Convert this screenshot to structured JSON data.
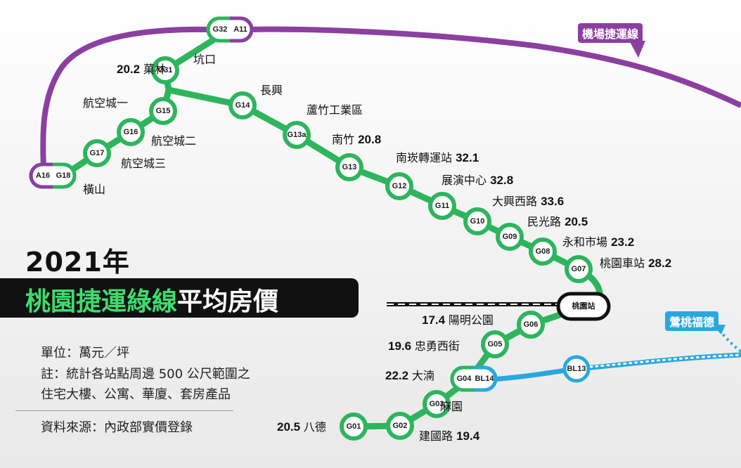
{
  "colors": {
    "green_line": "#2db55d",
    "airport_line": "#8b3fa0",
    "circular_line": "#29a8e0",
    "tra_rail": "#111111",
    "title_bar": "#111111",
    "title_green": "#3ddc6e"
  },
  "lines": {
    "airport_label": "機場捷運線",
    "circular_label": "鶯桃福德"
  },
  "stations": [
    {
      "codes": [
        "G32",
        "A11"
      ],
      "label": "坑口",
      "price": ""
    },
    {
      "codes": [
        "G31"
      ],
      "label": "菓林",
      "price": "20.2"
    },
    {
      "codes": [
        "G15"
      ],
      "label": "航空城一",
      "price": ""
    },
    {
      "codes": [
        "G16"
      ],
      "label": "航空城二",
      "price": ""
    },
    {
      "codes": [
        "G17"
      ],
      "label": "航空城三",
      "price": ""
    },
    {
      "codes": [
        "A16",
        "G18"
      ],
      "label": "橫山",
      "price": ""
    },
    {
      "codes": [
        "G14"
      ],
      "label": "長興",
      "price": ""
    },
    {
      "codes": [
        "G13a"
      ],
      "label": "蘆竹工業區",
      "price": ""
    },
    {
      "codes": [
        "G13"
      ],
      "label": "南竹",
      "price": "20.8"
    },
    {
      "codes": [
        "G12"
      ],
      "label": "南崁轉運站",
      "price": "32.1"
    },
    {
      "codes": [
        "G11"
      ],
      "label": "展演中心",
      "price": "32.8"
    },
    {
      "codes": [
        "G10"
      ],
      "label": "大興西路",
      "price": "33.6"
    },
    {
      "codes": [
        "G09"
      ],
      "label": "民光路",
      "price": "20.5"
    },
    {
      "codes": [
        "G08"
      ],
      "label": "永和市場",
      "price": "23.2"
    },
    {
      "codes": [
        "G07"
      ],
      "label": "桃園車站",
      "price": "28.2"
    },
    {
      "codes": [
        "桃園站"
      ],
      "label": "",
      "price": ""
    },
    {
      "codes": [
        "G06"
      ],
      "label": "陽明公園",
      "price": "17.4"
    },
    {
      "codes": [
        "G05"
      ],
      "label": "忠勇西街",
      "price": "19.6"
    },
    {
      "codes": [
        "G04",
        "BL14"
      ],
      "label": "大湳",
      "price": "22.2"
    },
    {
      "codes": [
        "G03"
      ],
      "label": "麻園",
      "price": ""
    },
    {
      "codes": [
        "G02"
      ],
      "label": "建國路",
      "price": "19.4"
    },
    {
      "codes": [
        "G01"
      ],
      "label": "八德",
      "price": "20.5"
    },
    {
      "codes": [
        "BL13"
      ],
      "label": "",
      "price": ""
    }
  ],
  "title": {
    "year": "2021年",
    "main_green": "桃園捷運綠線",
    "main_white": "平均房價"
  },
  "notes": {
    "unit": "單位：萬元／坪",
    "stat_line1": "註：統計各站點周邊 500 公尺範圍之",
    "stat_line2": "住宅大樓、公寓、華廈、套房產品",
    "source": "資料來源：內政部實價登錄"
  }
}
